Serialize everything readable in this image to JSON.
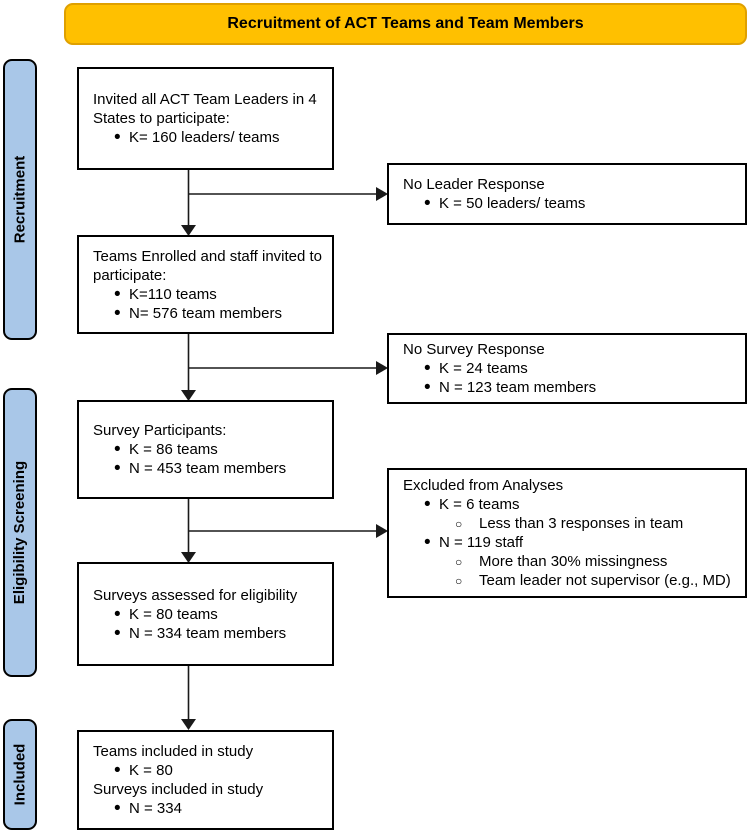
{
  "banner": {
    "label": "Recruitment of ACT Teams and Team Members"
  },
  "sidebar": {
    "recruitment": "Recruitment",
    "eligibility": "Eligibility Screening",
    "included": "Included"
  },
  "colors": {
    "banner_fill": "#FFC000",
    "banner_border": "#DFA000",
    "sidebar_fill": "#A9C7E8",
    "box_border": "#000000",
    "arrow": "#1A1A1A"
  },
  "boxes": {
    "invited": {
      "text": "Invited all ACT Team Leaders in 4 States to participate:",
      "bullets": [
        "K= 160 leaders/ teams"
      ]
    },
    "no_leader_response": {
      "text": "No Leader Response",
      "bullets": [
        "K = 50 leaders/ teams"
      ]
    },
    "teams_enrolled": {
      "text": "Teams Enrolled and staff invited to participate:",
      "bullets": [
        "K=110 teams",
        "N= 576 team members"
      ]
    },
    "no_survey_response": {
      "text": "No Survey Response",
      "bullets": [
        "K = 24 teams",
        "N = 123 team members"
      ]
    },
    "survey_participants": {
      "text": "Survey Participants:",
      "bullets": [
        "K = 86 teams",
        "N = 453 team members"
      ]
    },
    "excluded": {
      "text": "Excluded from Analyses",
      "bullets": [
        "K = 6 teams",
        "N = 119 staff"
      ],
      "sub_bullets_1": [
        "Less than 3 responses in team"
      ],
      "sub_bullets_2": [
        "More than 30% missingness",
        "Team leader not supervisor (e.g., MD)"
      ]
    },
    "assessed": {
      "text": "Surveys assessed for eligibility",
      "bullets": [
        "K = 80 teams",
        "N = 334 team members"
      ]
    },
    "included_study": {
      "text1": "Teams included in study",
      "bullets1": [
        "K = 80"
      ],
      "text2": "Surveys included in study",
      "bullets2": [
        "N = 334"
      ]
    }
  }
}
